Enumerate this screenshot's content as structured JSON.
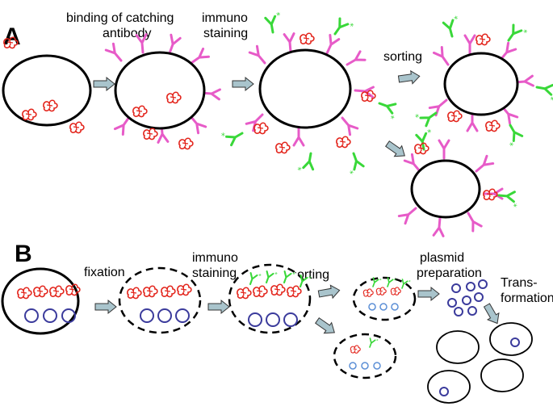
{
  "panel_a": {
    "letter": "A",
    "step1_label_line1": "binding of catching",
    "step1_label_line2": "antibody",
    "step2_label_line1": "immuno",
    "step2_label_line2": "staining",
    "step3_label": "sorting"
  },
  "panel_b": {
    "letter": "B",
    "step1_label": "fixation",
    "step2_label_line1": "immuno",
    "step2_label_line2": "staining",
    "step3_label": "sorting",
    "step4_label_line1": "plasmid",
    "step4_label_line2": "preparation",
    "step5_label_line1": "Trans-",
    "step5_label_line2": "formation"
  },
  "colors": {
    "catching_antibody": "#e75bc8",
    "staining_antibody": "#39d839",
    "antigen": "#e3251c",
    "arrow_fill": "#a9c4cc",
    "plasmid": "#3b3b9c"
  }
}
